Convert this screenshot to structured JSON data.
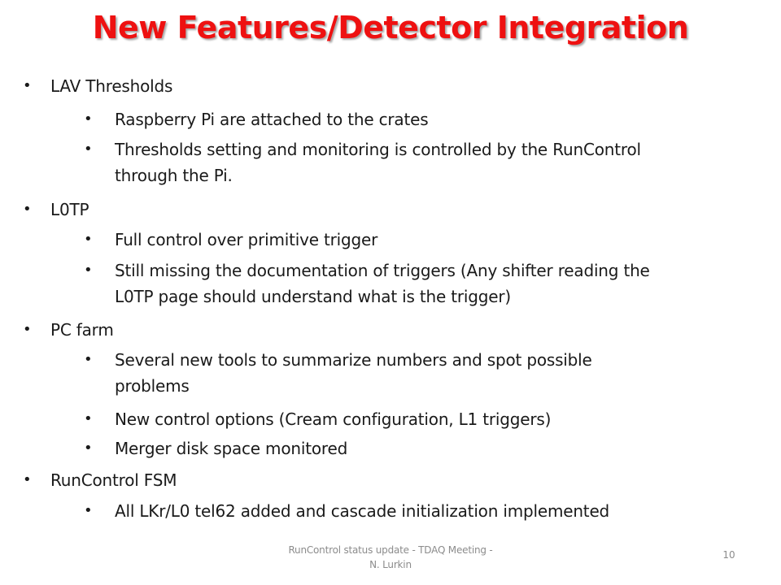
{
  "slide": {
    "title": "New Features/Detector Integration",
    "items": {
      "lav": {
        "label": "LAV Thresholds",
        "sub1": "Raspberry Pi are attached to the crates",
        "sub2_line1": "Thresholds setting and monitoring is controlled by the RunControl",
        "sub2_line2": "through the Pi."
      },
      "l0tp": {
        "label": "L0TP",
        "sub1": "Full control over primitive trigger",
        "sub2_line1": "Still missing the documentation of triggers (Any shifter reading the",
        "sub2_line2": "L0TP page should understand what is the trigger)"
      },
      "pcfarm": {
        "label": "PC farm",
        "sub1_line1": "Several new tools to summarize numbers and spot possible",
        "sub1_line2": "problems",
        "sub2": "New control options (Cream configuration, L1 triggers)",
        "sub3": "Merger disk space monitored"
      },
      "fsm": {
        "label": "RunControl FSM",
        "sub1": "All LKr/L0 tel62 added and cascade initialization implemented"
      }
    },
    "bullet_char": "•",
    "footer_line1": "RunControl status update - TDAQ Meeting -",
    "footer_line2": "N. Lurkin",
    "page_number": "10"
  }
}
